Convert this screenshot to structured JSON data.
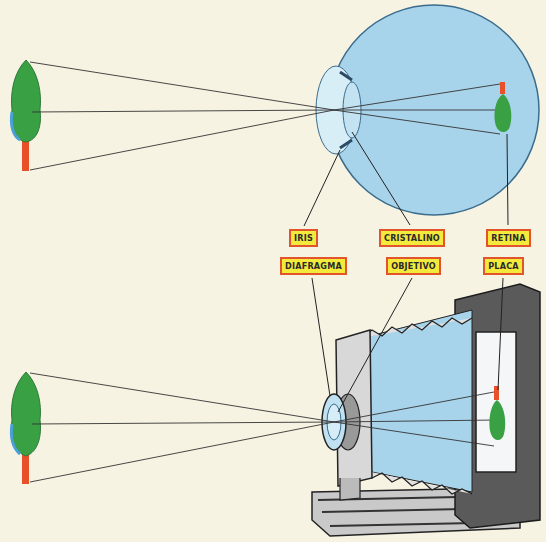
{
  "diagram": {
    "nodes": [
      {
        "text": [
          "IRIS"
        ]
      },
      {
        "text": [
          "CRISTALINO"
        ]
      },
      {
        "text": [
          "RETINA"
        ]
      },
      {
        "text": [
          "DIAFRAGMA"
        ]
      },
      {
        "text": [
          "OBJETIVO"
        ]
      },
      {
        "text": [
          "PLACA"
        ]
      }
    ]
  }
}
